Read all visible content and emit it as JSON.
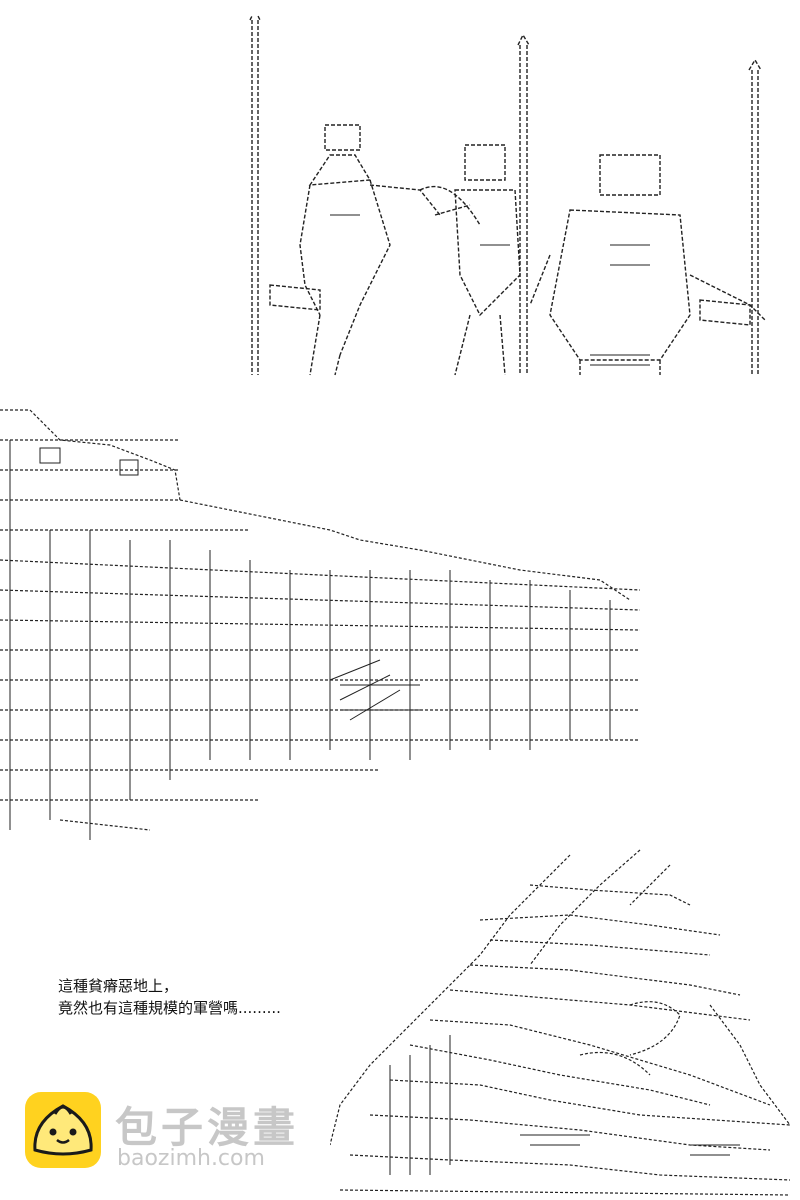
{
  "caption": {
    "line1": "這種貧瘠惡地上，",
    "line2": "竟然也有這種規模的軍營嗎........."
  },
  "watermark": {
    "title": "包子漫畫",
    "domain": "baozimh.com"
  },
  "colors": {
    "ink": "#222222",
    "watermark_gray": "#c7c7c7",
    "watermark_logo": "#ffd21f"
  }
}
